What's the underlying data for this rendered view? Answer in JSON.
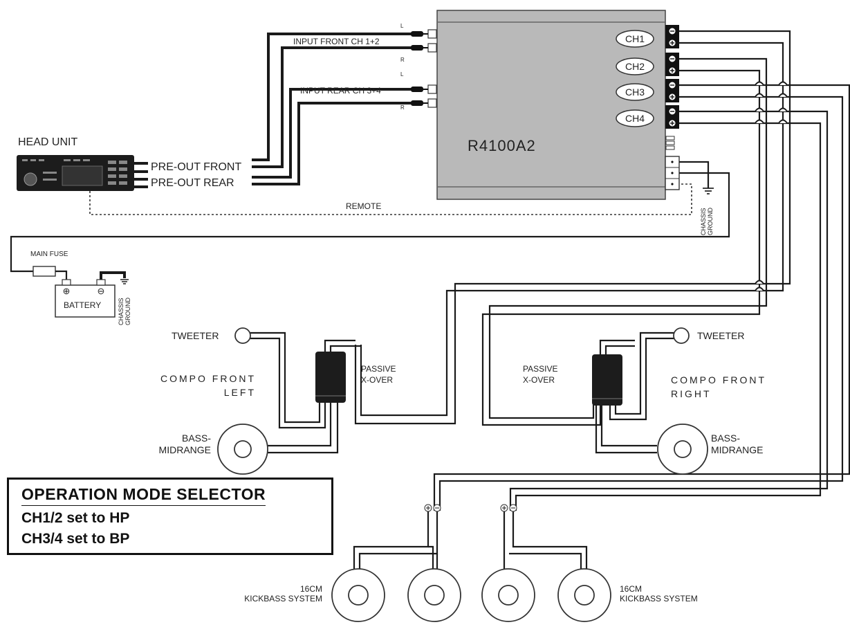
{
  "amplifier": {
    "model": "R4100A2",
    "channels": [
      "CH1",
      "CH2",
      "CH3",
      "CH4"
    ]
  },
  "inputs": {
    "front": "INPUT FRONT CH 1+2",
    "rear": "INPUT REAR CH 3+4",
    "left": "L",
    "right": "R"
  },
  "head_unit": {
    "title": "HEAD UNIT",
    "pre_out_front": "PRE-OUT FRONT",
    "pre_out_rear": "PRE-OUT REAR"
  },
  "remote": "REMOTE",
  "chassis_ground": {
    "line1": "CHASSIS",
    "line2": "GROUND"
  },
  "power": {
    "main_fuse": "MAIN FUSE",
    "battery": "BATTERY"
  },
  "front_left": {
    "tweeter": "TWEETER",
    "name_line1": "COMPO FRONT",
    "name_line2": "LEFT",
    "xover_line1": "PASSIVE",
    "xover_line2": "X-OVER",
    "bass_line1": "BASS-",
    "bass_line2": "MIDRANGE"
  },
  "front_right": {
    "tweeter": "TWEETER",
    "name_line1": "COMPO FRONT",
    "name_line2": "RIGHT",
    "xover_line1": "PASSIVE",
    "xover_line2": "X-OVER",
    "bass_line1": "BASS-",
    "bass_line2": "MIDRANGE"
  },
  "kickbass_left": {
    "line1": "16CM",
    "line2": "KICKBASS SYSTEM"
  },
  "kickbass_right": {
    "line1": "16CM",
    "line2": "KICKBASS SYSTEM"
  },
  "mode_selector": {
    "title": "OPERATION MODE SELECTOR",
    "line1": "CH1/2 set to HP",
    "line2": "CH3/4 set to BP"
  },
  "colors": {
    "amp_fill": "#b9b9b9",
    "wire": "#1a1a1a",
    "xover_fill": "#1c1c1c"
  }
}
